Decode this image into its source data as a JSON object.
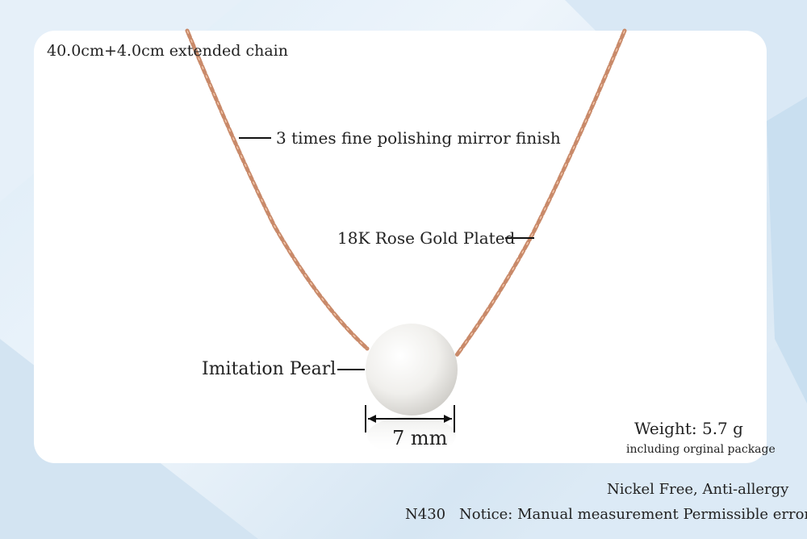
{
  "labels": {
    "chain_length": "40.0cm+4.0cm extended chain",
    "finish": "3 times fine polishing mirror finish",
    "plating": "18K Rose Gold Plated",
    "pearl": "Imitation Pearl",
    "size": "7 mm",
    "weight": "Weight:  5.7   g",
    "package_note": "including orginal package",
    "nickel": "Nickel Free, Anti-allergy",
    "sku": "N430",
    "notice": "Notice: Manual measurement Permissible error"
  },
  "colors": {
    "chain": "#c98a6a",
    "chain_highlight": "#f0c4a8",
    "background": "#e3eef8",
    "pearl": "#f2f2ef"
  }
}
